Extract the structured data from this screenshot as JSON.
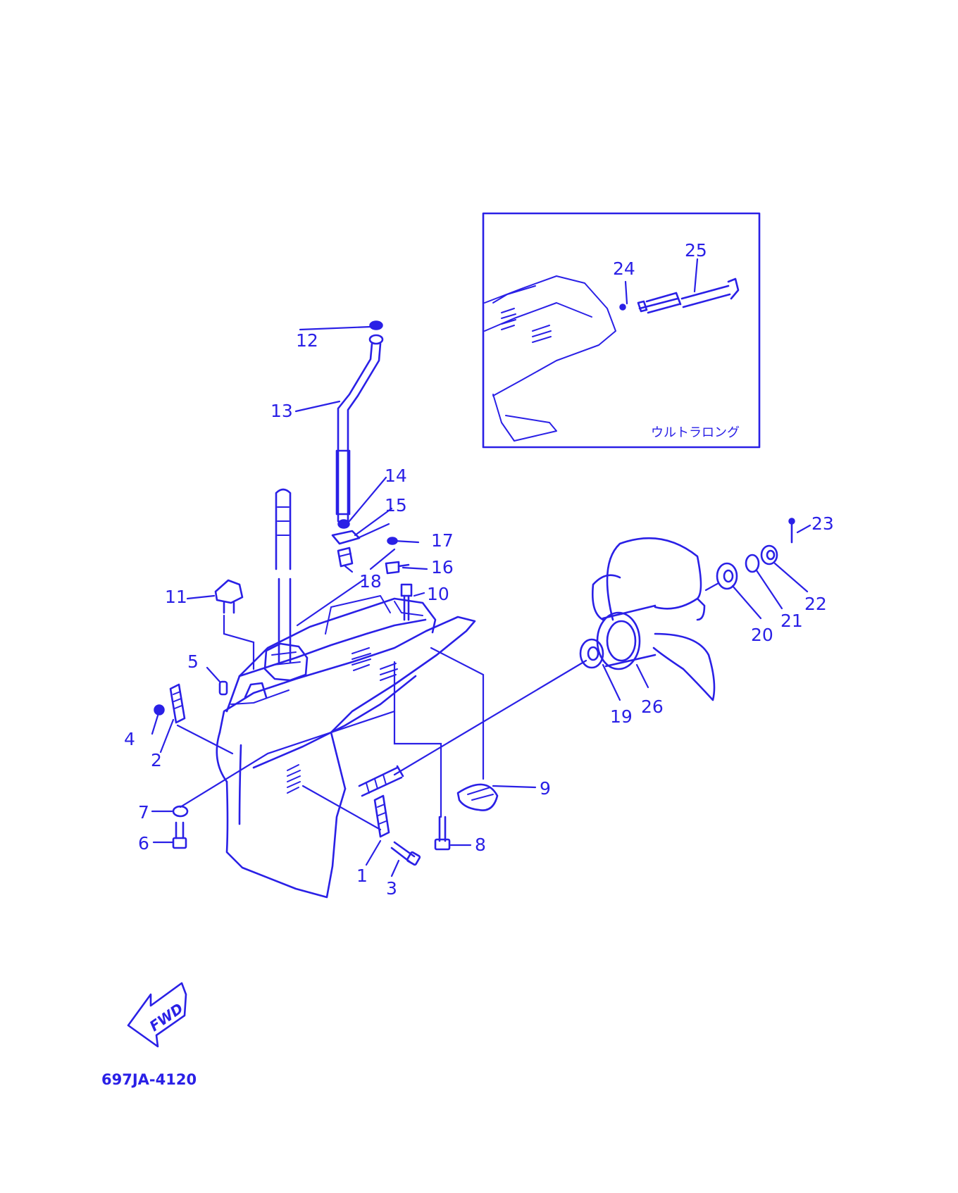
{
  "part_labels": {
    "p1": "1",
    "p2": "2",
    "p3": "3",
    "p4": "4",
    "p5": "5",
    "p6": "6",
    "p7": "7",
    "p8": "8",
    "p9": "9",
    "p10": "10",
    "p11": "11",
    "p12": "12",
    "p13": "13",
    "p14": "14",
    "p15": "15",
    "p16": "16",
    "p17": "17",
    "p18": "18",
    "p19": "19",
    "p20": "20",
    "p21": "21",
    "p22": "22",
    "p23": "23",
    "p24": "24",
    "p25": "25",
    "p26": "26"
  },
  "inset": {
    "caption": "ウルトラロング"
  },
  "direction": {
    "label": "FWD"
  },
  "drawing_code": "697JA-4120",
  "colors": {
    "ink": "#2a20e6",
    "paper": "#ffffff"
  }
}
